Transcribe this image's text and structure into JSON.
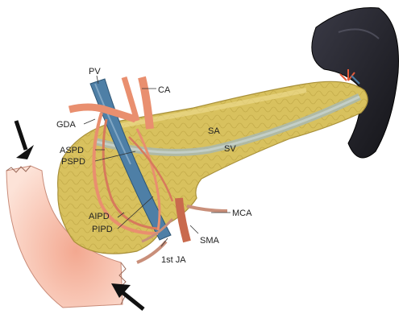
{
  "labels": {
    "pv": "PV",
    "ca": "CA",
    "gda": "GDA",
    "sa": "SA",
    "sv": "SV",
    "aspd": "ASPD",
    "pspd": "PSPD",
    "aipd": "AIPD",
    "pipd": "PIPD",
    "mca": "MCA",
    "sma": "SMA",
    "first_ja": "1st JA"
  },
  "colors": {
    "pancreas": "#d8c15e",
    "pancreas_light": "#e8d47c",
    "artery": "#e98f6f",
    "artery_dark": "#c96a4d",
    "vein": "#4e7fa6",
    "spleen": "#1e1e28",
    "duodenum": "#f6c8b8",
    "arrow": "#111111"
  }
}
